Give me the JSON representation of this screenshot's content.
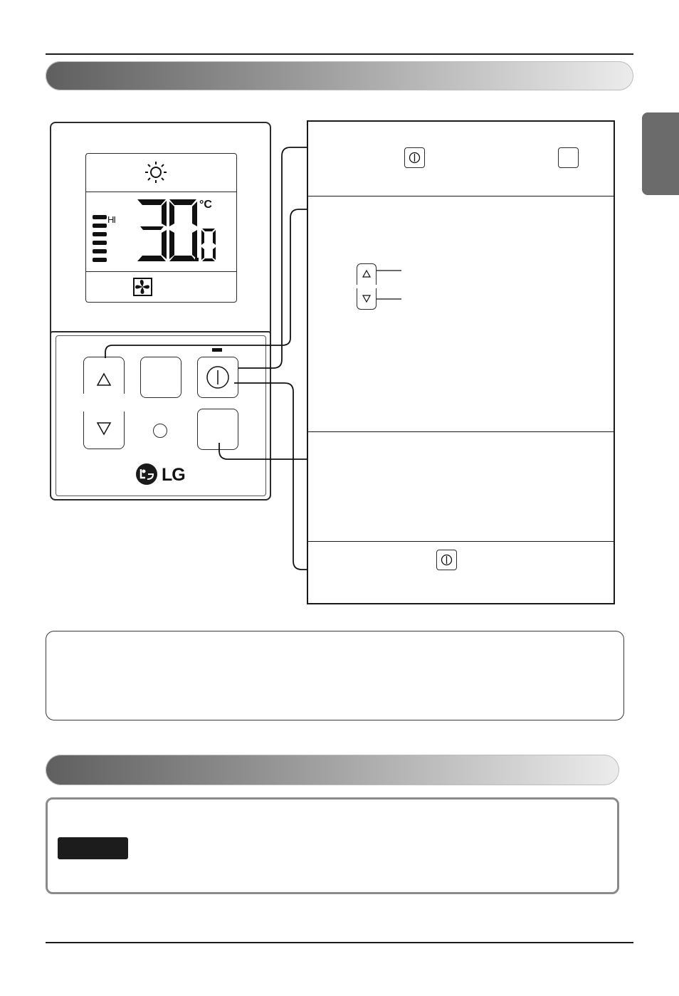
{
  "lcd": {
    "temperature_integer": "30",
    "temperature_decimal": "0",
    "unit": "°C",
    "fan_level_label": "HI",
    "fan_level_segments": 6
  },
  "remote": {
    "brand": "LG"
  },
  "icons": {
    "mode": "sun-icon",
    "fan": "fan-icon",
    "power": "power-icon",
    "up": "triangle-up-icon",
    "down": "triangle-down-icon"
  },
  "colors": {
    "header_bar_dark": "#5f5f5f",
    "header_bar_light": "#ececec",
    "side_tab": "#6b6b6b",
    "caution_border": "#8a8a8a",
    "caution_badge": "#1c1c1c"
  }
}
